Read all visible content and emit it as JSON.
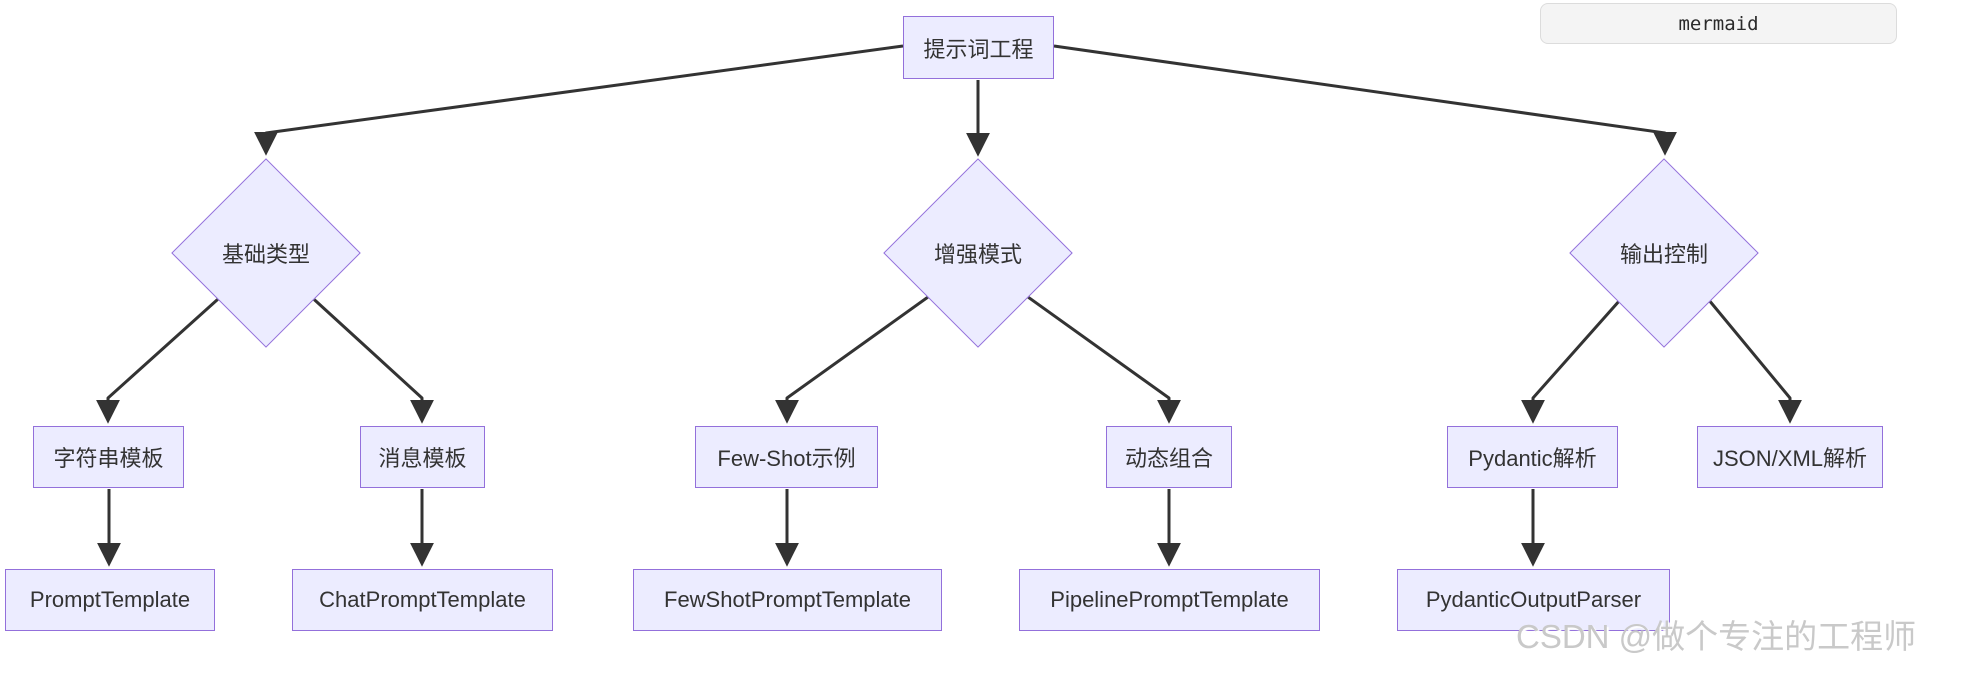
{
  "diagram_label": "mermaid",
  "watermark": "CSDN @做个专注的工程师",
  "colors": {
    "node_fill": "#ECECFF",
    "node_border": "#9370DB",
    "edge": "#333333",
    "text": "#333333",
    "badge_bg": "#f4f4f4",
    "watermark_text": "#c9c9c9"
  },
  "nodes": {
    "root": "提示词工程",
    "basic": "基础类型",
    "enhance": "增强模式",
    "output": "输出控制",
    "string_tpl": "字符串模板",
    "message_tpl": "消息模板",
    "fewshot": "Few-Shot示例",
    "dynamic": "动态组合",
    "pydantic": "Pydantic解析",
    "jsonxml": "JSON/XML解析",
    "prompt_template": "PromptTemplate",
    "chat_prompt_template": "ChatPromptTemplate",
    "fewshot_prompt_template": "FewShotPromptTemplate",
    "pipeline_prompt_template": "PipelinePromptTemplate",
    "pydantic_output_parser": "PydanticOutputParser"
  },
  "edges": [
    {
      "from": "提示词工程",
      "to": "基础类型"
    },
    {
      "from": "提示词工程",
      "to": "增强模式"
    },
    {
      "from": "提示词工程",
      "to": "输出控制"
    },
    {
      "from": "基础类型",
      "to": "字符串模板"
    },
    {
      "from": "基础类型",
      "to": "消息模板"
    },
    {
      "from": "增强模式",
      "to": "Few-Shot示例"
    },
    {
      "from": "增强模式",
      "to": "动态组合"
    },
    {
      "from": "输出控制",
      "to": "Pydantic解析"
    },
    {
      "from": "输出控制",
      "to": "JSON/XML解析"
    },
    {
      "from": "字符串模板",
      "to": "PromptTemplate"
    },
    {
      "from": "消息模板",
      "to": "ChatPromptTemplate"
    },
    {
      "from": "Few-Shot示例",
      "to": "FewShotPromptTemplate"
    },
    {
      "from": "动态组合",
      "to": "PipelinePromptTemplate"
    },
    {
      "from": "Pydantic解析",
      "to": "PydanticOutputParser"
    }
  ]
}
